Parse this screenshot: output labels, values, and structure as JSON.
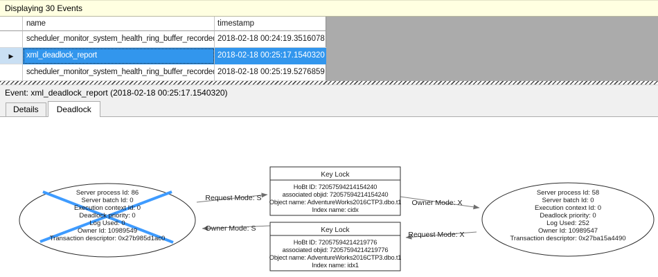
{
  "info_bar": {
    "text": "Displaying 30 Events"
  },
  "grid": {
    "columns": [
      "name",
      "timestamp"
    ],
    "selected_row_marker": "▶",
    "rows": [
      {
        "name": "scheduler_monitor_system_health_ring_buffer_recorded",
        "timestamp": "2018-02-18 00:24:19.3516078",
        "selected": false
      },
      {
        "name": "xml_deadlock_report",
        "timestamp": "2018-02-18 00:25:17.1540320",
        "selected": true
      },
      {
        "name": "scheduler_monitor_system_health_ring_buffer_recorded",
        "timestamp": "2018-02-18 00:25:19.5276859",
        "selected": false
      }
    ]
  },
  "event_bar": {
    "text": "Event: xml_deadlock_report (2018-02-18 00:25:17.1540320)"
  },
  "tabs": [
    {
      "label": "Details",
      "active": false
    },
    {
      "label": "Deadlock",
      "active": true
    }
  ],
  "deadlock_graph": {
    "victim_process": {
      "lines": [
        "Server process Id: 86",
        "Server batch Id: 0",
        "Execution context Id: 0",
        "Deadlock priority: 0",
        "Log Used: 0",
        "Owner Id: 10989549",
        "Transaction descriptor: 0x27b985d1ac0"
      ]
    },
    "other_process": {
      "lines": [
        "Server process Id: 58",
        "Server batch Id: 0",
        "Execution context Id: 0",
        "Deadlock priority: 0",
        "Log Used: 252",
        "Owner Id: 10989547",
        "Transaction descriptor: 0x27ba15a4490"
      ]
    },
    "top_resource": {
      "title": "Key Lock",
      "lines": [
        "HoBt ID: 72057594214154240",
        "associated objid: 72057594214154240",
        "Object name: AdventureWorks2016CTP3.dbo.t1",
        "Index name: cidx"
      ]
    },
    "bottom_resource": {
      "title": "Key Lock",
      "lines": [
        "HoBt ID: 72057594214219776",
        "associated objid: 72057594214219776",
        "Object name: AdventureWorks2016CTP3.dbo.t1",
        "Index name: idx1"
      ]
    },
    "edges": {
      "request_top_left": "Request Mode: S",
      "owner_bottom_left": "Owner Mode: S",
      "owner_top_right": "Owner Mode: X",
      "request_bottom_right": "Request Mode: X"
    },
    "colors": {
      "victim_cross": "#3E9BFF",
      "selection": "#3296ED",
      "info_bar_bg": "#FFFFE1",
      "empty_area": "#ABABAB"
    }
  }
}
